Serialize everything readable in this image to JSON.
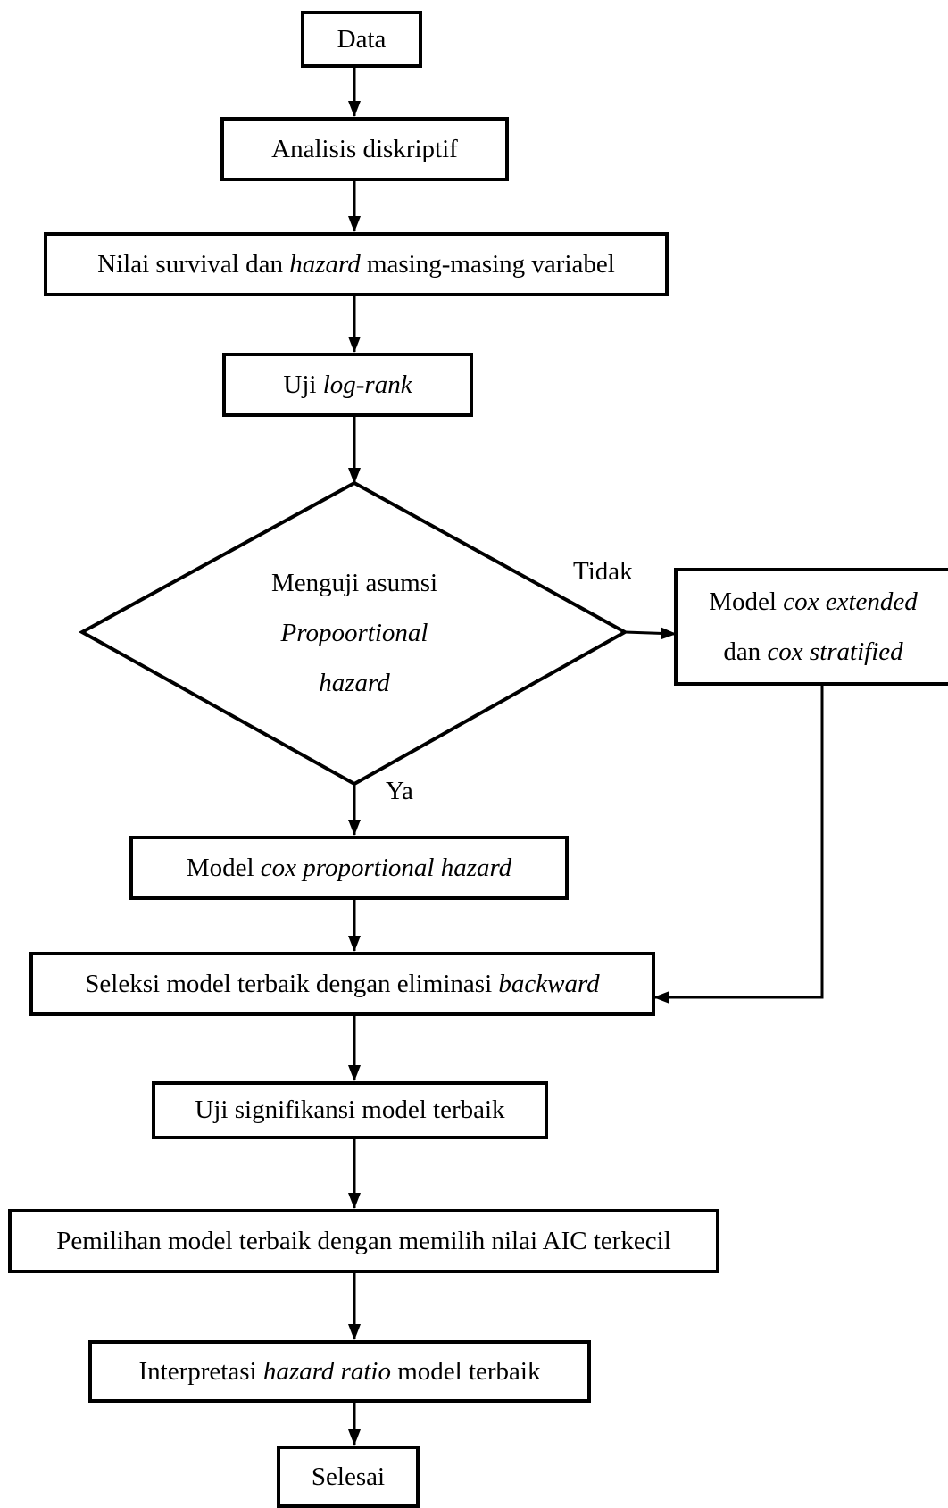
{
  "nodes": {
    "data": {
      "text": "Data"
    },
    "analisis": {
      "text": "Analisis diskriptif"
    },
    "nilai": {
      "pre": "Nilai survival dan ",
      "em": "hazard",
      "post": " masing-masing variabel"
    },
    "uji_logrank": {
      "pre": "Uji ",
      "em": "log-rank"
    },
    "decision": {
      "line1": "Menguji asumsi",
      "line2": "Propoortional",
      "line3": "hazard"
    },
    "cox_ext": {
      "line1_pre": "Model ",
      "line1_em": "cox extended",
      "line2_pre": "dan ",
      "line2_em": "cox stratified"
    },
    "cox_ph": {
      "pre": "Model ",
      "em": "cox proportional hazard"
    },
    "seleksi": {
      "pre": "Seleksi model terbaik dengan eliminasi ",
      "em": "backward"
    },
    "uji_sig": {
      "text": "Uji signifikansi model terbaik"
    },
    "pemilihan": {
      "text": "Pemilihan model terbaik dengan memilih nilai AIC terkecil"
    },
    "interpretasi": {
      "pre": "Interpretasi ",
      "em": "hazard ratio",
      "post": " model terbaik"
    },
    "selesai": {
      "text": "Selesai"
    }
  },
  "edge_labels": {
    "tidak": "Tidak",
    "ya": "Ya"
  }
}
